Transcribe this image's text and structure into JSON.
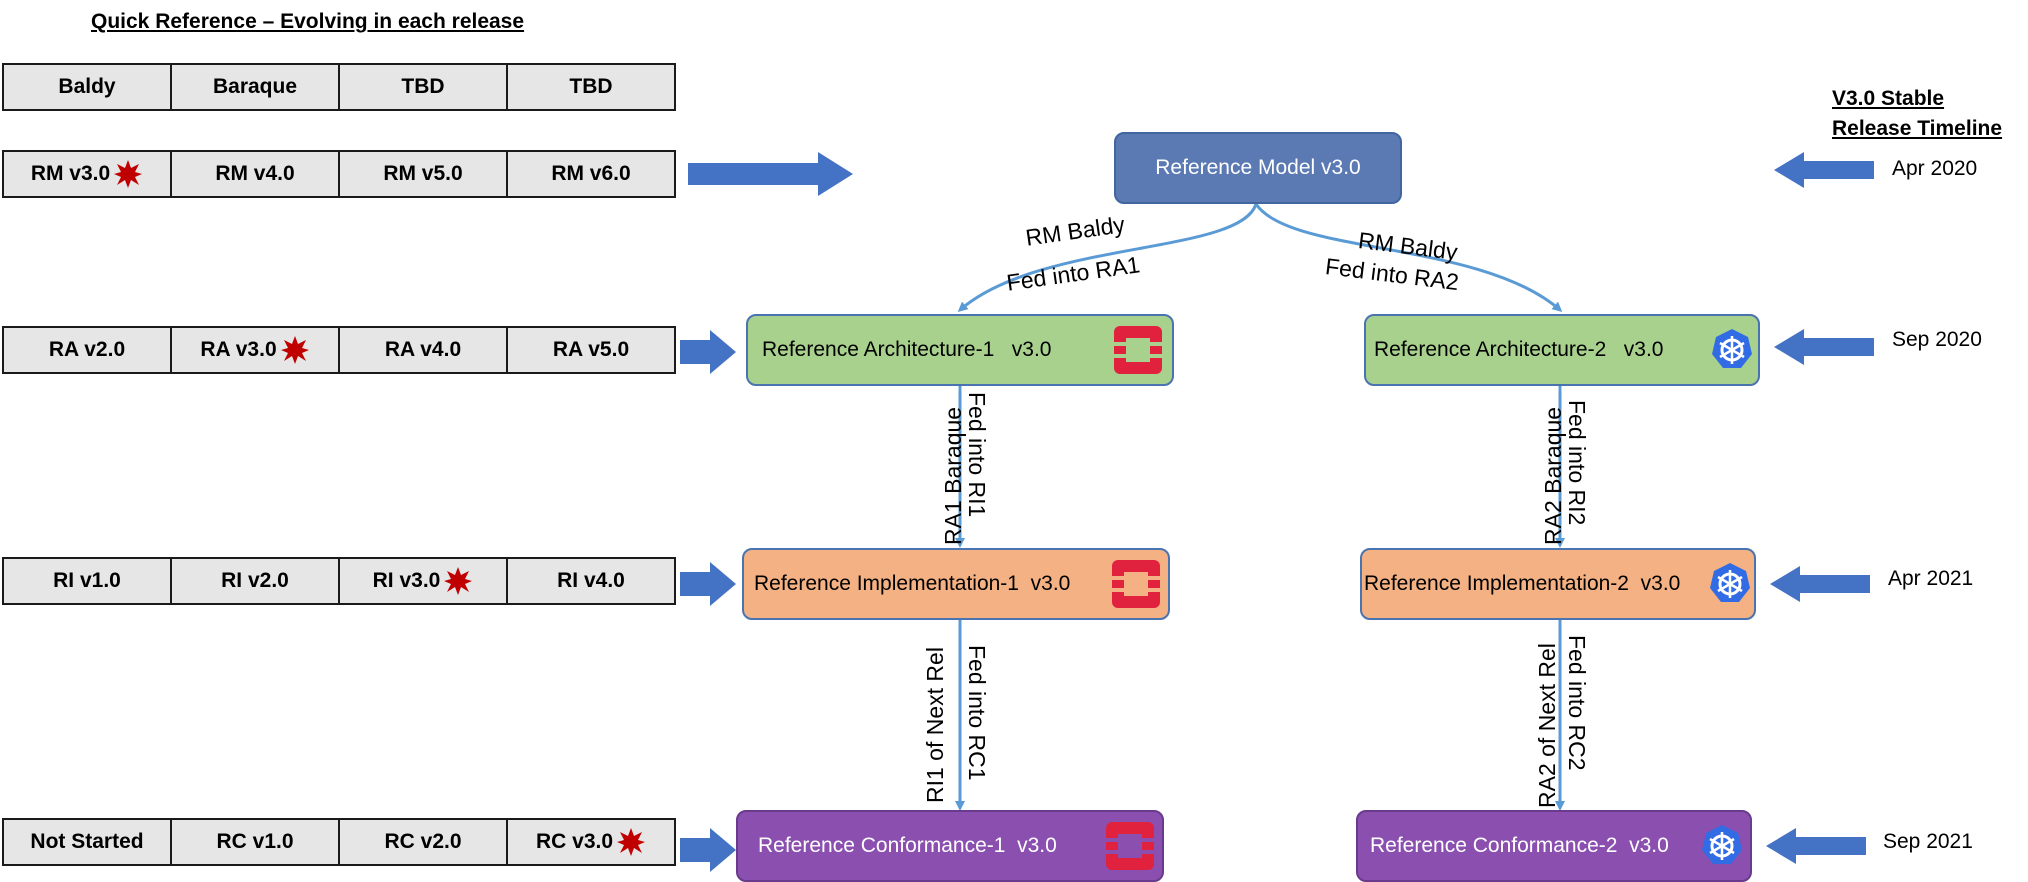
{
  "title": "Quick Reference – Evolving in each release",
  "header_row": [
    "Baldy",
    "Baraque",
    "TBD",
    "TBD"
  ],
  "rows": {
    "rm": [
      "RM v3.0",
      "RM v4.0",
      "RM v5.0",
      "RM v6.0"
    ],
    "ra": [
      "RA v2.0",
      "RA v3.0",
      "RA v4.0",
      "RA v5.0"
    ],
    "ri": [
      "RI v1.0",
      "RI v2.0",
      "RI v3.0",
      "RI v4.0"
    ],
    "rc": [
      "Not Started",
      "RC v1.0",
      "RC v2.0",
      "RC v3.0"
    ]
  },
  "boxes": {
    "model": "Reference Model v3.0",
    "ra1": "Reference Architecture-1   v3.0",
    "ra2": "Reference Architecture-2   v3.0",
    "ri1": "Reference Implementation-1  v3.0",
    "ri2": "Reference Implementation-2  v3.0",
    "rc1": "Reference Conformance-1  v3.0",
    "rc2": "Reference Conformance-2  v3.0"
  },
  "edges": {
    "model_ra1_top": "RM Baldy",
    "model_ra1_bottom": "Fed into RA1",
    "model_ra2_top": "RM Baldy",
    "model_ra2_bottom": "Fed into RA2",
    "ra1_ri1_left": "RA1 Baraque",
    "ra1_ri1_right": "Fed into RI1",
    "ra2_ri2_left": "RA2 Baraque",
    "ra2_ri2_right": "Fed into RI2",
    "ri1_rc1_left": "RI1 of Next Rel",
    "ri1_rc1_right": "Fed into RC1",
    "ri2_rc2_left": "RA2 of Next Rel",
    "ri2_rc2_right": "Fed into RC2"
  },
  "timeline": {
    "title_line1": "V3.0 Stable",
    "title_line2": "Release Timeline",
    "dates": [
      "Apr 2020",
      "Sep 2020",
      "Apr 2021",
      "Sep 2021"
    ]
  },
  "icons": {
    "star": "red-starburst-icon",
    "openstack": "openstack-logo-icon",
    "kubernetes": "kubernetes-logo-icon"
  },
  "colors": {
    "arrow_blue": "#4472c4",
    "model_box": "#5b79b3",
    "ra_box": "#a9d18e",
    "ri_box": "#f4b183",
    "rc_box": "#8b4fb0",
    "openstack_red": "#e0223f",
    "kubernetes_blue": "#326ce5",
    "star_red": "#c00000",
    "connector_blue": "#5b9bd5"
  }
}
